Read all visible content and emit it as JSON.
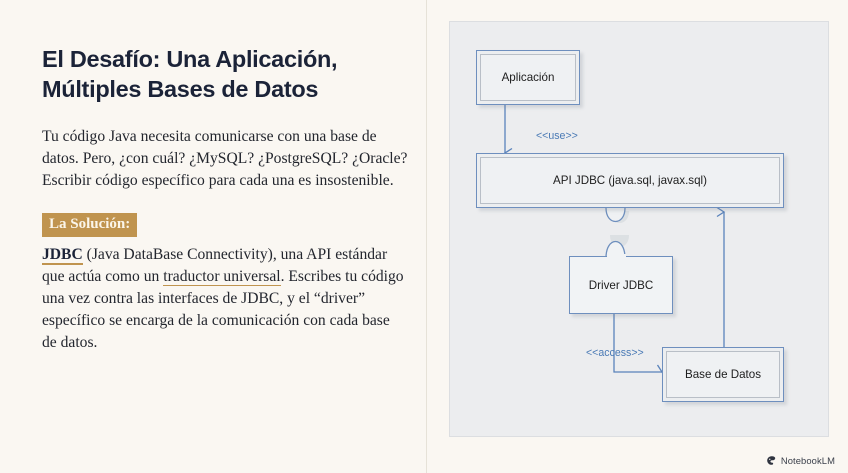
{
  "slide": {
    "background_color": "#faf7f2",
    "accent_color": "#c0944f",
    "title_color": "#1b2338",
    "diagram_line_color": "#6e8fbe"
  },
  "left": {
    "title": "El Desafío: Una Aplicación, Múltiples Bases de Datos",
    "intro_paragraph": "Tu código Java necesita comunicarse con una base de datos. Pero, ¿con cuál? ¿MySQL? ¿PostgreSQL? ¿Oracle?\nEscribir código específico para cada una es insostenible.",
    "solution_badge": "La Solución:",
    "solution": {
      "term": "JDBC",
      "part1": " (Java DataBase Connectivity), una API estándar que actúa como un ",
      "highlight1": "traductor universal",
      "part2": ". Escribes tu código una vez contra las interfaces de JDBC, y el “driver” específico se encarga de la comunicación con cada base de datos."
    }
  },
  "diagram": {
    "nodes": [
      {
        "id": "aplicacion",
        "label": "Aplicación"
      },
      {
        "id": "api-jdbc",
        "label": "API JDBC (java.sql, javax.sql)"
      },
      {
        "id": "driver-jdbc",
        "label": "Driver JDBC"
      },
      {
        "id": "base-de-datos",
        "label": "Base de Datos"
      }
    ],
    "edges": [
      {
        "id": "use",
        "label": "<<use>>",
        "from": "aplicacion",
        "to": "api-jdbc"
      },
      {
        "id": "access",
        "label": "<<access>>",
        "from": "driver-jdbc",
        "to": "base-de-datos"
      },
      {
        "id": "db-up",
        "label": "",
        "from": "base-de-datos",
        "to": "api-jdbc"
      }
    ],
    "connector": "ball-and-socket"
  },
  "watermark": {
    "text": "NotebookLM",
    "icon": "notebooklm-logo-icon"
  }
}
